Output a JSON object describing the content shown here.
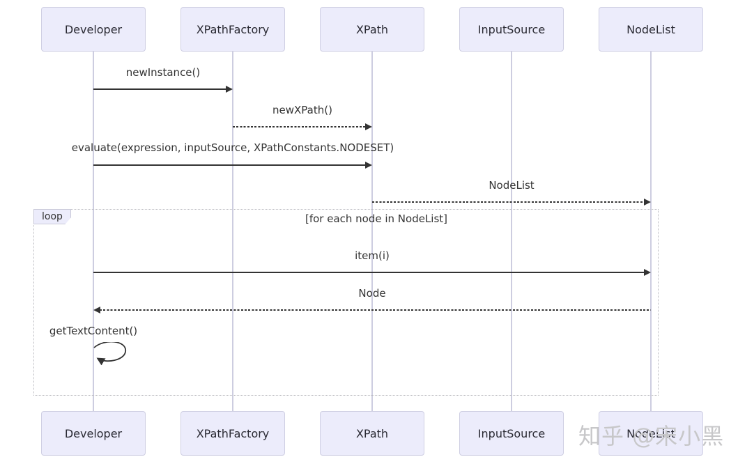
{
  "diagram": {
    "actors": [
      {
        "name": "Developer"
      },
      {
        "name": "XPathFactory"
      },
      {
        "name": "XPath"
      },
      {
        "name": "InputSource"
      },
      {
        "name": "NodeList"
      }
    ],
    "messages": [
      {
        "label": "newInstance()",
        "from": "Developer",
        "to": "XPathFactory",
        "style": "solid"
      },
      {
        "label": "newXPath()",
        "from": "XPathFactory",
        "to": "XPath",
        "style": "dashed"
      },
      {
        "label": "evaluate(expression, inputSource, XPathConstants.NODESET)",
        "from": "Developer",
        "to": "XPath",
        "style": "solid"
      },
      {
        "label": "NodeList",
        "from": "XPath",
        "to": "NodeList",
        "style": "dashed"
      },
      {
        "label": "item(i)",
        "from": "Developer",
        "to": "NodeList",
        "style": "solid"
      },
      {
        "label": "Node",
        "from": "NodeList",
        "to": "Developer",
        "style": "dashed"
      },
      {
        "label": "getTextContent()",
        "from": "Developer",
        "to": "Developer",
        "style": "self"
      }
    ],
    "loop": {
      "label": "loop",
      "condition": "[for each node in NodeList]"
    },
    "watermark": "知乎 @宋小黑",
    "colors": {
      "actor_fill": "#ECECFB",
      "actor_border": "#CFCFE3",
      "lifeline": "#CDCDE0",
      "arrow": "#333333",
      "loop_border": "#B9B9BF",
      "text": "#333333",
      "watermark": "#C7C7C9"
    }
  }
}
